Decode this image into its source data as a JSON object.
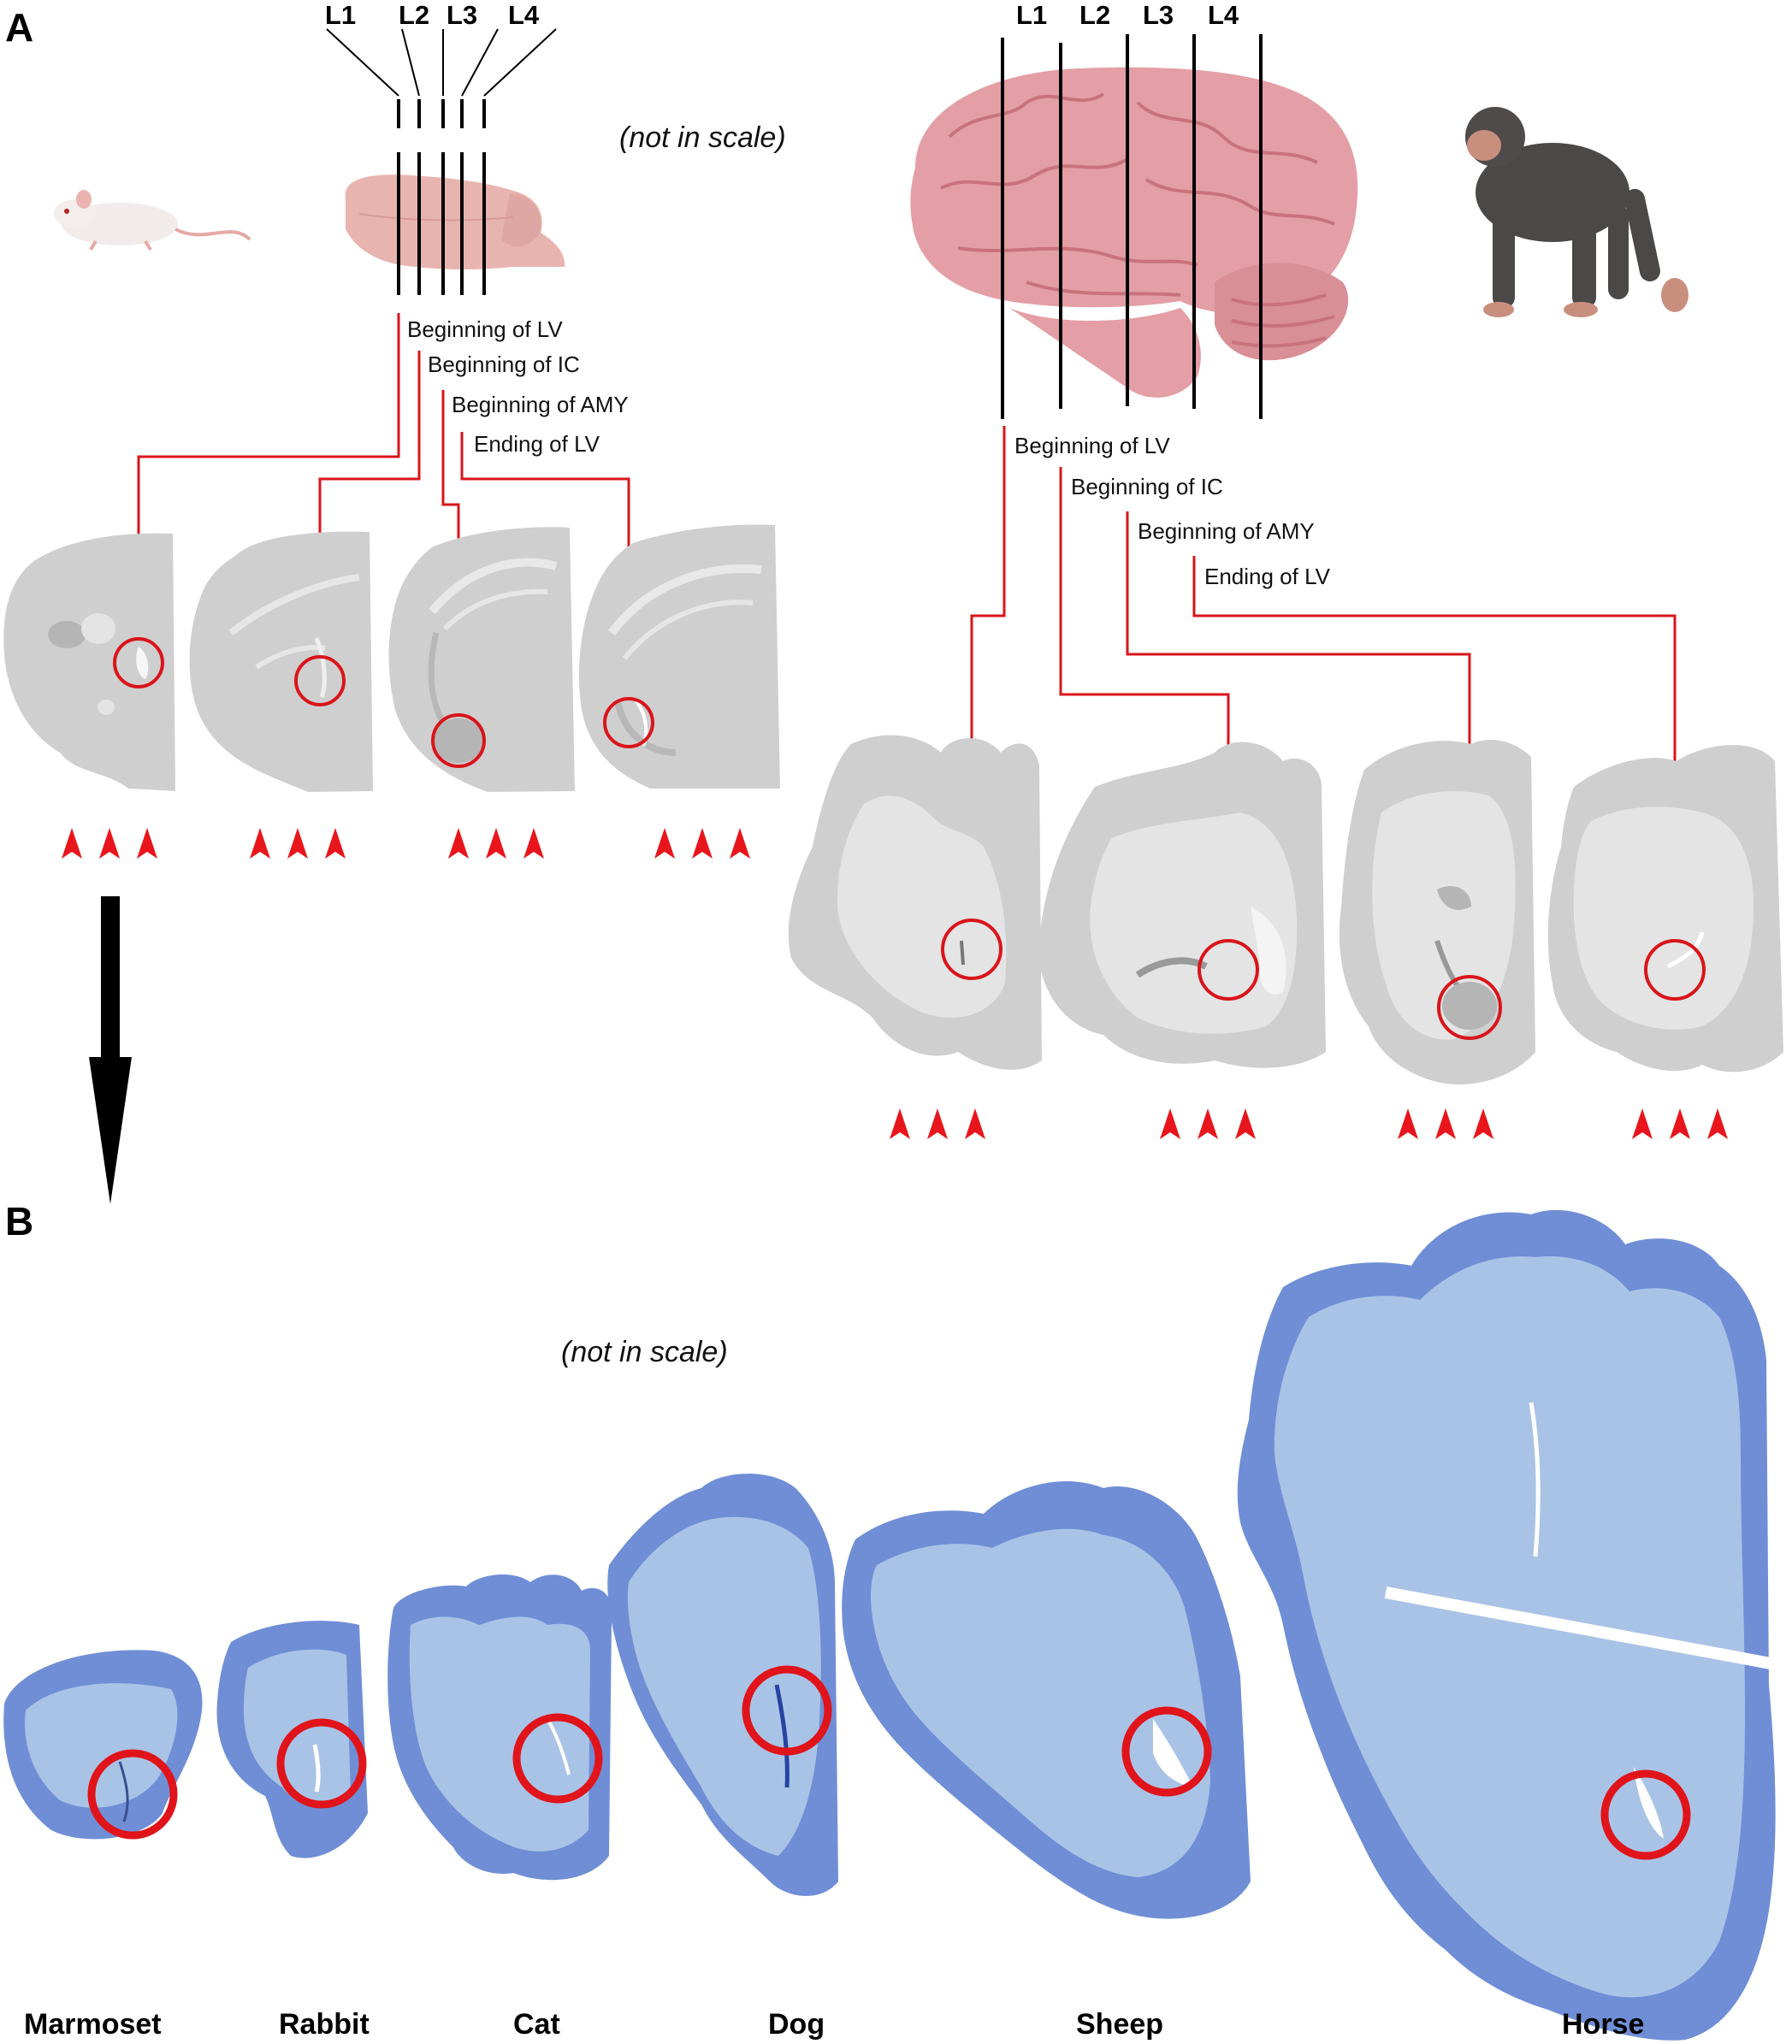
{
  "panels": {
    "a": "A",
    "b": "B"
  },
  "levels": [
    "L1",
    "L2",
    "L3",
    "L4"
  ],
  "not_in_scale": "(not in scale)",
  "rodent_labels": [
    "Beginning of LV",
    "Beginning of IC",
    "Beginning of AMY",
    "Ending of LV"
  ],
  "primate_labels": [
    "Beginning of LV",
    "Beginning of IC",
    "Beginning of AMY",
    "Ending of LV"
  ],
  "species": [
    "Marmoset",
    "Rabbit",
    "Cat",
    "Dog",
    "Sheep",
    "Horse"
  ],
  "colors": {
    "annotation_red": "#d9151b",
    "rodent_brain": "#e8b4b0",
    "primate_brain": "#e39fa5",
    "slice_gray": "#cfcfcf",
    "nissl_blue": "#6f8ed6"
  },
  "icons": [
    "mouse-icon",
    "chimpanzee-icon",
    "arrowhead-icon",
    "down-arrow-icon"
  ]
}
